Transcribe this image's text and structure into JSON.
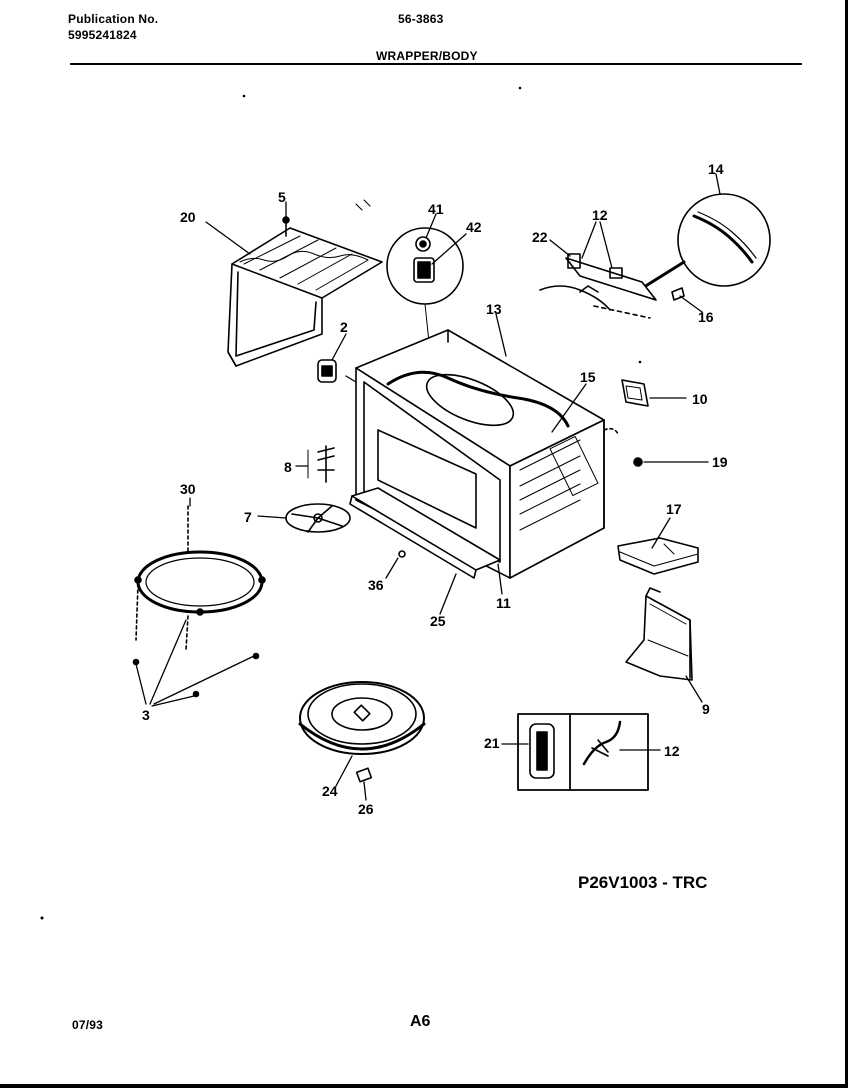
{
  "header": {
    "publication_label": "Publication No.",
    "publication_number": "5995241824",
    "model_code": "56-3863",
    "section_title": "WRAPPER/BODY"
  },
  "callouts": [
    {
      "id": "c20",
      "text": "20"
    },
    {
      "id": "c5",
      "text": "5"
    },
    {
      "id": "c41",
      "text": "41"
    },
    {
      "id": "c42",
      "text": "42"
    },
    {
      "id": "c14",
      "text": "14"
    },
    {
      "id": "c12a",
      "text": "12"
    },
    {
      "id": "c22",
      "text": "22"
    },
    {
      "id": "c16",
      "text": "16"
    },
    {
      "id": "c13",
      "text": "13"
    },
    {
      "id": "c2",
      "text": "2"
    },
    {
      "id": "c15",
      "text": "15"
    },
    {
      "id": "c10",
      "text": "10"
    },
    {
      "id": "c19",
      "text": "19"
    },
    {
      "id": "c8",
      "text": "8"
    },
    {
      "id": "c30",
      "text": "30"
    },
    {
      "id": "c7",
      "text": "7"
    },
    {
      "id": "c17",
      "text": "17"
    },
    {
      "id": "c36",
      "text": "36"
    },
    {
      "id": "c11",
      "text": "11"
    },
    {
      "id": "c25",
      "text": "25"
    },
    {
      "id": "c9",
      "text": "9"
    },
    {
      "id": "c3",
      "text": "3"
    },
    {
      "id": "c21",
      "text": "21"
    },
    {
      "id": "c12b",
      "text": "12"
    },
    {
      "id": "c24",
      "text": "24"
    },
    {
      "id": "c26",
      "text": "26"
    }
  ],
  "footer": {
    "drawing_id": "P26V1003 - TRC",
    "date": "07/93",
    "page": "A6"
  }
}
